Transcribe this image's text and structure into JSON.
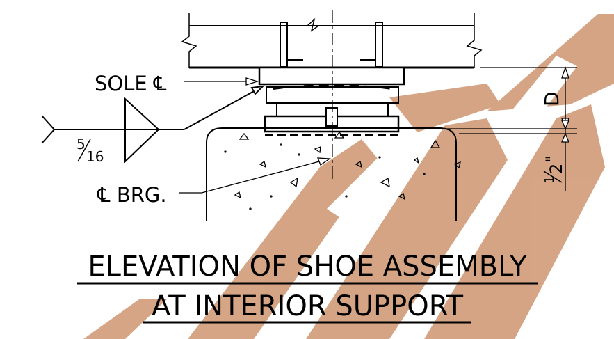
{
  "labels": {
    "sole_plate": "SOLE ℄",
    "weld_size_num": "5",
    "weld_size_den": "16",
    "centerline_bearing": "℄ BRG.",
    "dim_d": "D",
    "dim_half_num": "1",
    "dim_half_den": "2",
    "dim_half_unit": "\""
  },
  "title": {
    "line1": "ELEVATION OF SHOE ASSEMBLY",
    "line2": "AT INTERIOR SUPPORT"
  },
  "colors": {
    "ink": "#000000",
    "watermark": "#d3a07f"
  }
}
